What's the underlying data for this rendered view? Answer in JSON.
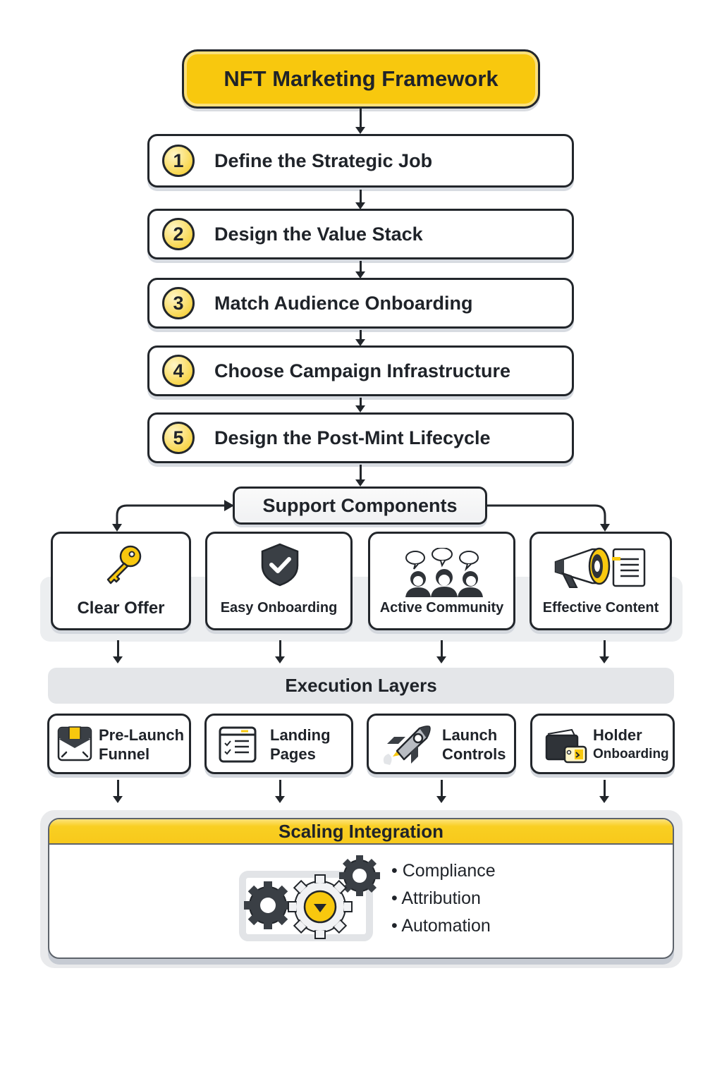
{
  "title": "NFT Marketing Framework",
  "steps": [
    {
      "number": "1",
      "label": "Define the Strategic Job"
    },
    {
      "number": "2",
      "label": "Design the Value Stack"
    },
    {
      "number": "3",
      "label": "Match Audience Onboarding"
    },
    {
      "number": "4",
      "label": "Choose Campaign Infrastructure"
    },
    {
      "number": "5",
      "label": "Design the Post-Mint Lifecycle"
    }
  ],
  "support": {
    "title": "Support Components",
    "items": [
      {
        "label": "Clear Offer",
        "icon": "key-icon"
      },
      {
        "label": "Easy Onboarding",
        "icon": "shield-check-icon"
      },
      {
        "label": "Active Community",
        "icon": "community-icon"
      },
      {
        "label": "Effective Content",
        "icon": "megaphone-icon"
      }
    ]
  },
  "execution": {
    "title": "Execution Layers",
    "items": [
      {
        "line1": "Pre-Launch",
        "line2": "Funnel",
        "icon": "inbox-icon"
      },
      {
        "line1": "Landing",
        "line2": "Pages",
        "icon": "checklist-page-icon"
      },
      {
        "line1": "Launch",
        "line2": "Controls",
        "icon": "rocket-icon"
      },
      {
        "line1": "Holder",
        "line2": "Onboarding",
        "icon": "wallet-icon"
      }
    ]
  },
  "scaling": {
    "title": "Scaling Integration",
    "icon": "gears-icon",
    "bullets": [
      "Compliance",
      "Attribution",
      "Automation"
    ]
  },
  "colors": {
    "accent_yellow": "#f8c80e",
    "outline": "#22262b",
    "band_gray": "#eceef0"
  }
}
